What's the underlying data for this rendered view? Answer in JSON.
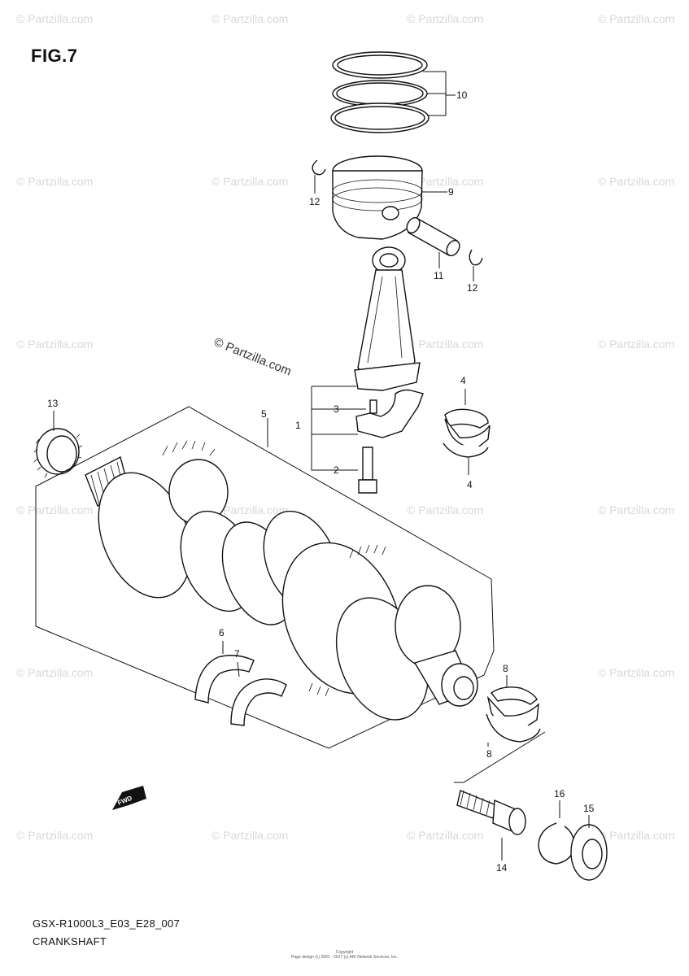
{
  "figure": {
    "title": "FIG.7"
  },
  "footer": {
    "code": "GSX-R1000L3_E03_E28_007",
    "name": "CRANKSHAFT"
  },
  "copyright": {
    "line1": "Copyright",
    "line2": "Page design (c) 2001 - 2017 (c) ARI Network Services, Inc."
  },
  "watermark": {
    "text": "© Partzilla.com",
    "center_text": "© Partzilla.com"
  },
  "fwd_label": "FWD",
  "callouts": [
    "10",
    "9",
    "12",
    "11",
    "12",
    "4",
    "3",
    "1",
    "2",
    "4",
    "5",
    "13",
    "6",
    "7",
    "8",
    "8",
    "16",
    "15",
    "14"
  ]
}
